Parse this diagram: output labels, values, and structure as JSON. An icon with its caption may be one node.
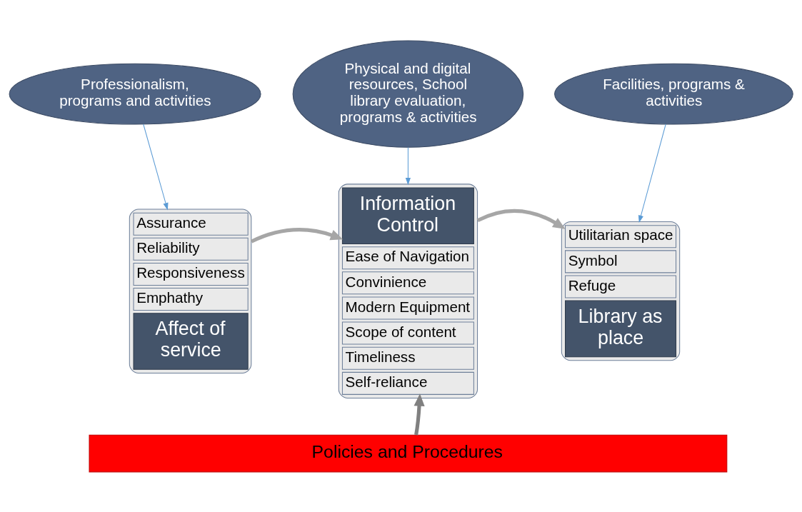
{
  "diagram": {
    "nodes": [
      {
        "text": [
          "Professionalism, programs and activities"
        ]
      },
      {
        "text": [
          "Physical and digital resources, School library evaluation, programs & activities"
        ]
      },
      {
        "text": [
          "Facilities, programs & activities"
        ]
      },
      {
        "text": [
          "Assurance",
          "Reliability",
          "Responsiveness",
          "Emphathy",
          "Affect of service"
        ]
      },
      {
        "text": [
          "Information Control",
          "Ease of Navigation",
          "Convinience",
          "Modern Equipment",
          "Scope of content",
          "Timeliness",
          "Self-reliance"
        ]
      },
      {
        "text": [
          "Utilitarian space",
          "Symbol",
          "Refuge",
          "Library as place"
        ]
      },
      {
        "text": [
          "Policies and Procedures"
        ]
      }
    ],
    "edges": [
      {
        "from": 0,
        "to": 3,
        "arrow": "to"
      },
      {
        "from": 1,
        "to": 4,
        "arrow": "to"
      },
      {
        "from": 2,
        "to": 5,
        "arrow": "to"
      },
      {
        "from": 3,
        "to": 4,
        "arrow": "to",
        "style": "thick",
        "color": "#a6a6a6"
      },
      {
        "from": 4,
        "to": 5,
        "arrow": "to",
        "style": "thick",
        "color": "#a6a6a6"
      },
      {
        "from": 6,
        "to": 4,
        "arrow": "to",
        "style": "thick",
        "color": "#808080"
      }
    ]
  }
}
